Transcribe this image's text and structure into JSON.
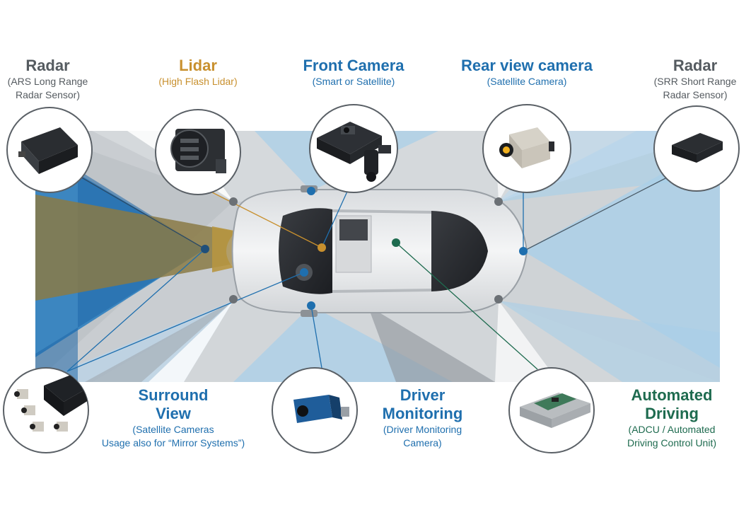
{
  "labels": {
    "radar_long": {
      "title": "Radar",
      "sub1": "(ARS Long Range",
      "sub2": "Radar Sensor)"
    },
    "lidar": {
      "title": "Lidar",
      "sub1": "(High Flash Lidar)"
    },
    "front_camera": {
      "title": "Front Camera",
      "sub1": "(Smart or Satellite)"
    },
    "rear_camera": {
      "title": "Rear view camera",
      "sub1": "(Satellite Camera)"
    },
    "radar_short": {
      "title": "Radar",
      "sub1": "(SRR Short Range",
      "sub2": "Radar Sensor)"
    },
    "surround_view": {
      "title1": "Surround",
      "title2": "View",
      "sub1": "(Satellite Cameras",
      "sub2": "Usage also for “Mirror Systems”)"
    },
    "driver_monitoring": {
      "title1": "Driver",
      "title2": "Monitoring",
      "sub1": "(Driver Monitoring",
      "sub2": "Camera)"
    },
    "automated_driving": {
      "title1": "Automated",
      "title2": "Driving",
      "sub1": "(ADCU / Automated",
      "sub2": "Driving Control Unit)"
    }
  },
  "colors": {
    "gray_title": "#555b60",
    "lidar": "#c8902e",
    "blue": "#1f6fae",
    "green": "#1e6b4f",
    "long_range_beam": "#2e7fbf",
    "short_range_beam": "#a9cfe8",
    "background_panel": "#c9cdd1"
  },
  "icons": [
    "radar-sensor-icon",
    "lidar-sensor-icon",
    "front-camera-icon",
    "rear-camera-icon",
    "short-range-radar-icon",
    "surround-cameras-icon",
    "driver-monitoring-camera-icon",
    "control-unit-icon",
    "car-top-view-icon"
  ]
}
